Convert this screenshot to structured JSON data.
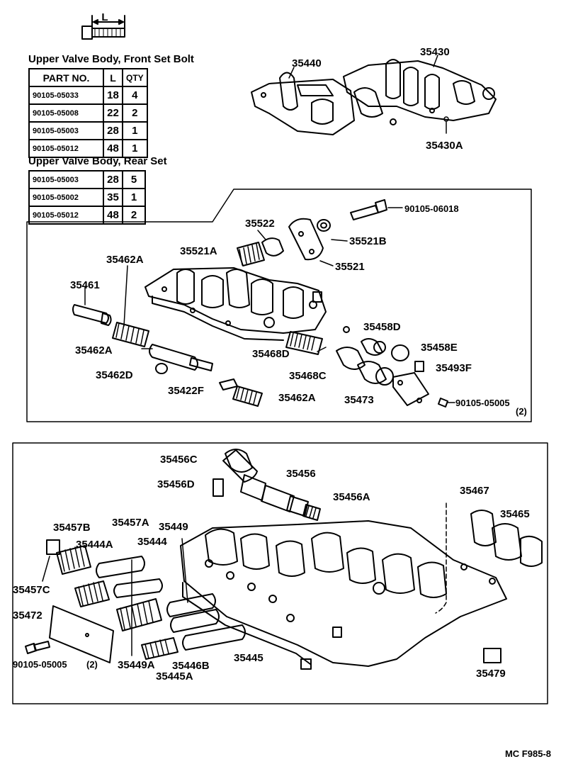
{
  "bolt_dimension_label": "L",
  "front_table": {
    "title": "Upper Valve Body, Front Set Bolt",
    "headers": [
      "PART NO.",
      "L",
      "QTY"
    ],
    "rows": [
      [
        "90105-05033",
        "18",
        "4"
      ],
      [
        "90105-05008",
        "22",
        "2"
      ],
      [
        "90105-05003",
        "28",
        "1"
      ],
      [
        "90105-05012",
        "48",
        "1"
      ]
    ]
  },
  "rear_table": {
    "title": "Upper Valve Body, Rear Set",
    "rows": [
      [
        "90105-05003",
        "28",
        "5"
      ],
      [
        "90105-05002",
        "35",
        "1"
      ],
      [
        "90105-05012",
        "48",
        "2"
      ]
    ]
  },
  "part_labels": {
    "p35440": "35440",
    "p35430": "35430",
    "p35430A": "35430A",
    "p90105_06018": "90105-06018",
    "p35522": "35522",
    "p35521B": "35521B",
    "p35521A": "35521A",
    "p35521": "35521",
    "p35462A_top": "35462A",
    "p35461": "35461",
    "p35458D": "35458D",
    "p35462A_mid": "35462A",
    "p35468D": "35468D",
    "p35458E": "35458E",
    "p35462D": "35462D",
    "p35468C": "35468C",
    "p35493F": "35493F",
    "p35422F": "35422F",
    "p35462A_low": "35462A",
    "p35473": "35473",
    "p90105_05005_a": "90105-05005",
    "qty2_a": "(2)",
    "p35456C": "35456C",
    "p35456": "35456",
    "p35456D": "35456D",
    "p35456A": "35456A",
    "p35467": "35467",
    "p35465": "35465",
    "p35457B": "35457B",
    "p35457A": "35457A",
    "p35449": "35449",
    "p35444A": "35444A",
    "p35444": "35444",
    "p35457C": "35457C",
    "p35472": "35472",
    "p90105_05005_b": "90105-05005",
    "qty2_b": "(2)",
    "p35449A": "35449A",
    "p35446B": "35446B",
    "p35445": "35445",
    "p35445A": "35445A",
    "p35479": "35479"
  },
  "drawing_code": "MC F985-8"
}
